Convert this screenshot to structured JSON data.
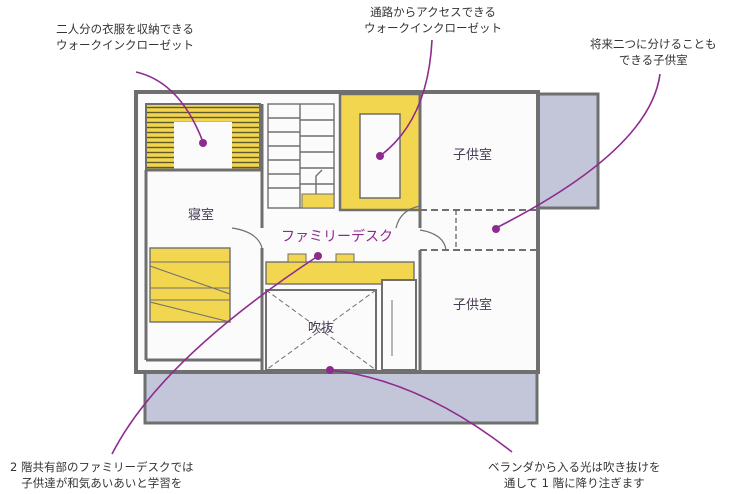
{
  "callouts": {
    "walkin_closet_top_left": [
      "二人分の衣服を収納できる",
      "ウォークインクローゼット"
    ],
    "walkin_closet_corridor": [
      "通路からアクセスできる",
      "ウォークインクローゼット"
    ],
    "kids_room_divisible": [
      "将来二つに分けることも",
      "できる子供室"
    ],
    "family_desk_note": [
      "2 階共有部のファミリーデスクでは",
      "子供達が和気あいあいと学習を"
    ],
    "veranda_light_note": [
      "ベランダから入る光は吹き抜けを",
      "通して 1 階に降り注ぎます"
    ]
  },
  "rooms": {
    "bedroom": "寝室",
    "kids_room_upper": "子供室",
    "kids_room_lower": "子供室",
    "family_desk": "ファミリーデスク",
    "void": "吹抜"
  },
  "colors": {
    "accent": "#8e2b8e",
    "wall": "#6f6f6f",
    "floor": "#fbfbfb",
    "yellow": "#f3d64f",
    "veranda": "#c2c6d8"
  }
}
